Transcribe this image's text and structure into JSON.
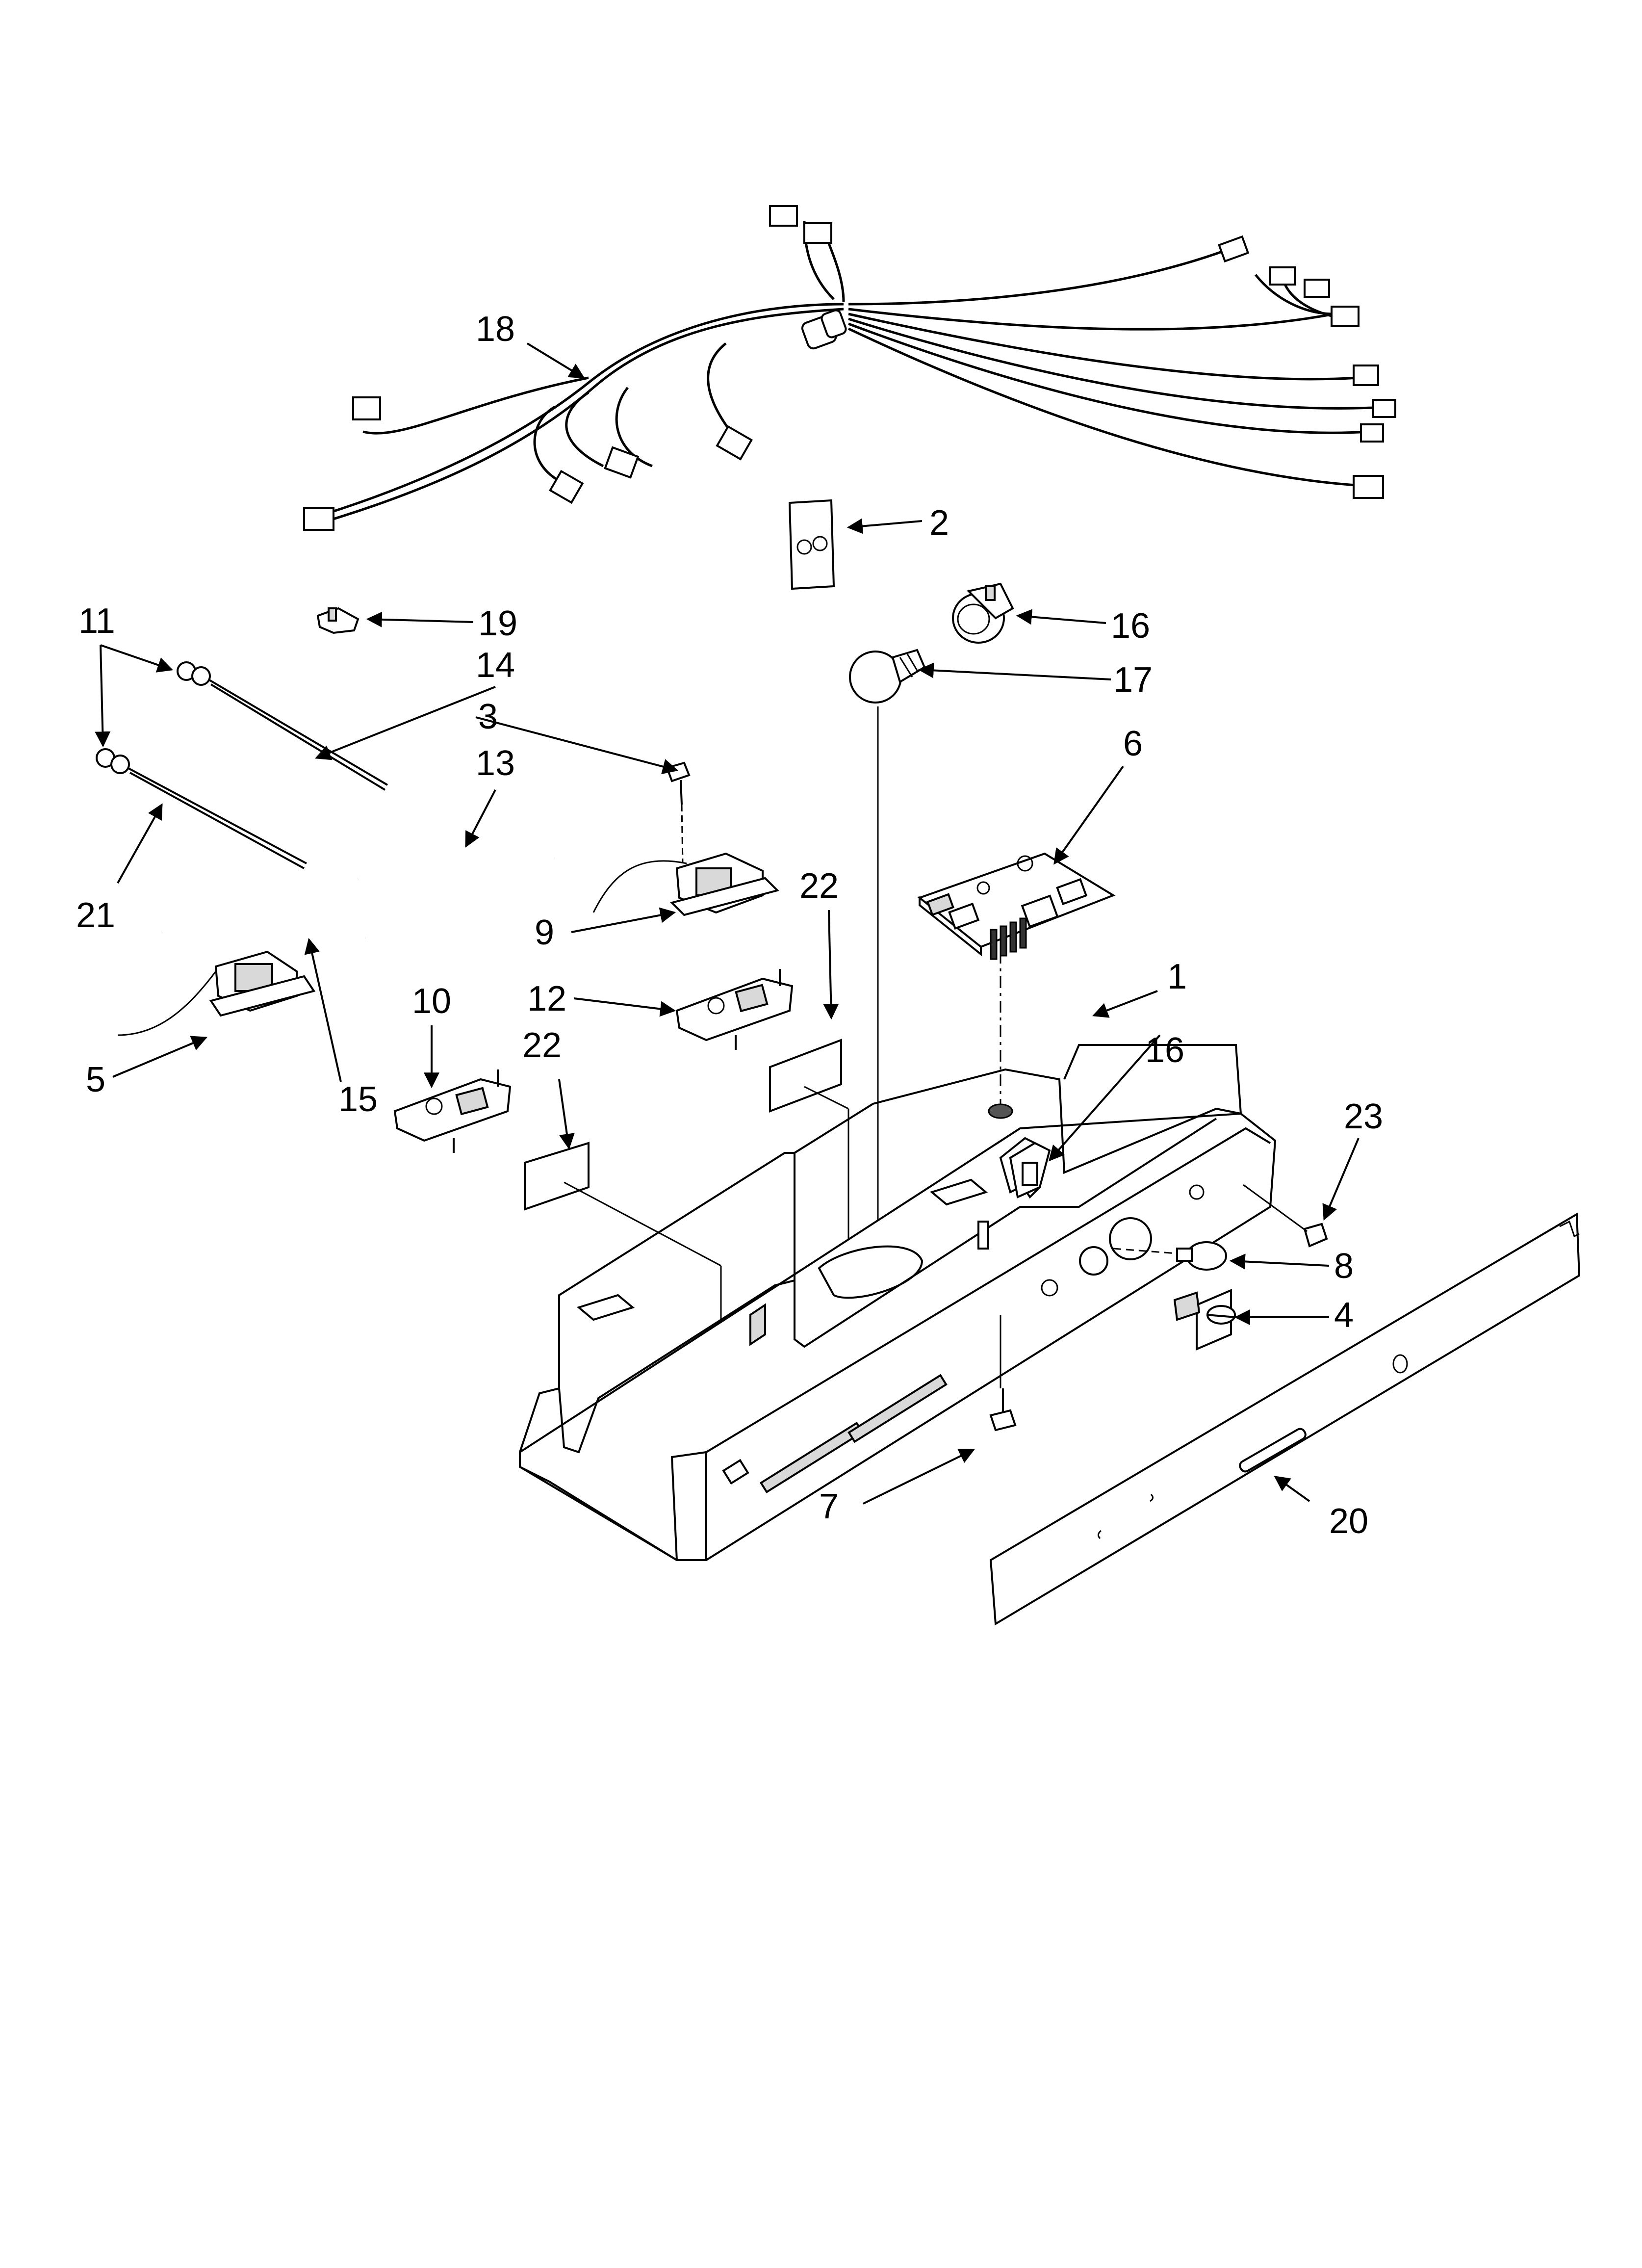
{
  "callouts": {
    "c1": "1",
    "c2": "2",
    "c3": "3",
    "c4": "4",
    "c5": "5",
    "c6": "6",
    "c7": "7",
    "c8": "8",
    "c9": "9",
    "c10": "10",
    "c11": "11",
    "c12": "12",
    "c13": "13",
    "c14": "14",
    "c15": "15",
    "c16a": "16",
    "c16b": "16",
    "c17": "17",
    "c18": "18",
    "c19": "19",
    "c20": "20",
    "c21": "21",
    "c22a": "22",
    "c22b": "22",
    "c23": "23"
  }
}
